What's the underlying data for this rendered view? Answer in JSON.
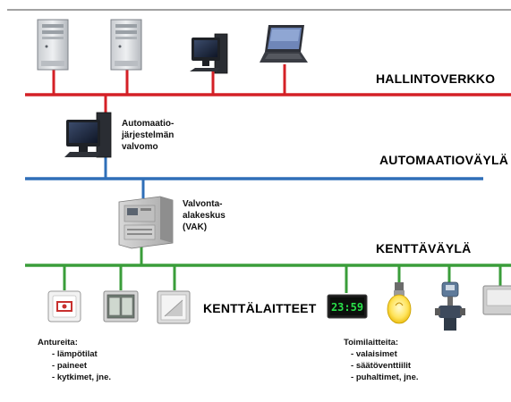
{
  "buses": {
    "hallinto": "HALLINTOVERKKO",
    "automaatio": "AUTOMAATIOVÄYLÄ",
    "kentta": "KENTTÄVÄYLÄ",
    "kenttalaitteet": "KENTTÄLAITTEET"
  },
  "control_room": [
    "Automaatio-",
    "järjestelmän",
    "valvomo"
  ],
  "substation": [
    "Valvonta-",
    "alakeskus",
    "(VAK)"
  ],
  "sensors": {
    "title": "Antureita:",
    "items": [
      "lämpötilat",
      "paineet",
      "kytkimet, jne."
    ]
  },
  "actuators": {
    "title": "Toimilaitteita:",
    "items": [
      "valaisimet",
      "säätöventtiilit",
      "puhaltimet, jne."
    ]
  },
  "clock_display": "23:59",
  "colors": {
    "hallinto_line": "#d42026",
    "automaatio_line": "#2f6fb8",
    "kentta_line": "#3a9d3a"
  },
  "icons": [
    "server-tower-icon",
    "server-tower-icon",
    "desktop-computer-icon",
    "laptop-icon",
    "desktop-computer-icon",
    "control-cabinet-icon",
    "smoke-sensor-icon",
    "double-switch-icon",
    "dimmer-switch-icon",
    "digital-clock-icon",
    "light-bulb-icon",
    "valve-actuator-icon",
    "control-panel-icon"
  ]
}
